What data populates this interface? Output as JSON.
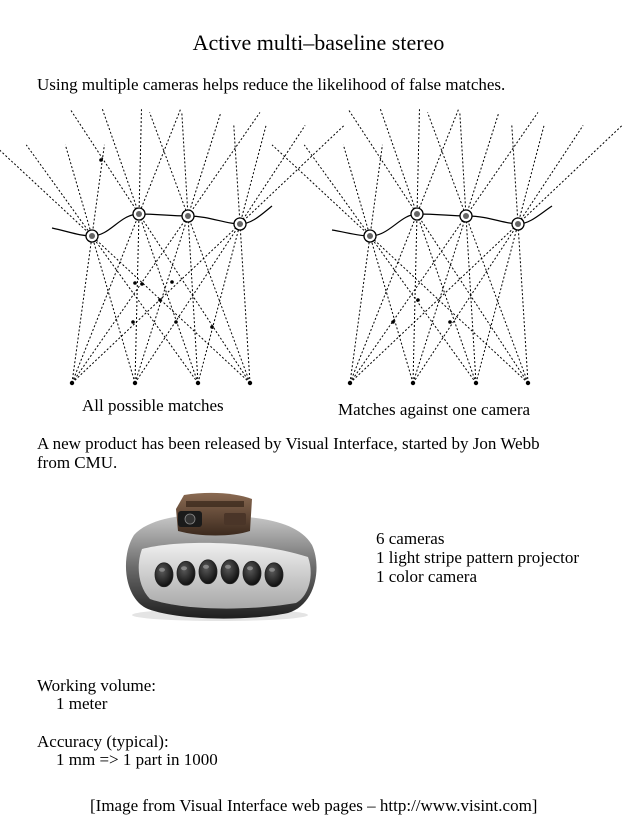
{
  "title": "Active multi–baseline stereo",
  "intro": "Using multiple cameras helps reduce the likelihood of false matches.",
  "diagrams": {
    "left_caption": "All possible matches",
    "right_caption": "Matches against one camera"
  },
  "product_text": {
    "line1": "A new product has been released by Visual Interface, started by Jon Webb",
    "line2": "from CMU."
  },
  "device_specs": [
    "6 cameras",
    "1 light stripe pattern projector",
    "1 color camera"
  ],
  "working_volume": {
    "label": "Working volume:",
    "value": "1 meter"
  },
  "accuracy": {
    "label": "Accuracy (typical):",
    "value": "1 mm => 1 part in 1000"
  },
  "credit": "[Image from Visual Interface web pages – http://www.visint.com]"
}
